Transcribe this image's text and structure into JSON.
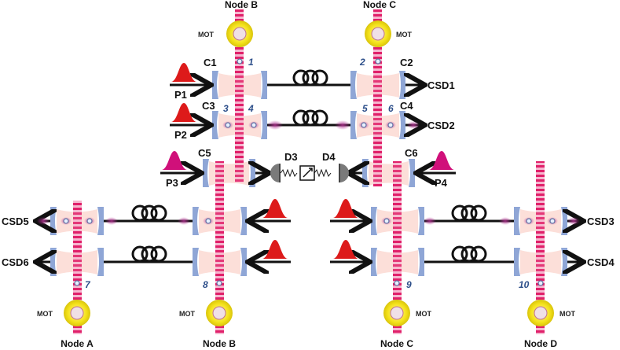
{
  "nodes_top": [
    "Node B",
    "Node C"
  ],
  "nodes_bottom": [
    "Node A",
    "Node B",
    "Node C",
    "Node D"
  ],
  "mot_label": "MOT",
  "cavities": [
    "C1",
    "C2",
    "C3",
    "C4",
    "C5",
    "C6"
  ],
  "pulses": [
    "P1",
    "P2",
    "P3",
    "P4"
  ],
  "detectors": [
    "D3",
    "D4"
  ],
  "outputs": [
    "CSD1",
    "CSD2",
    "CSD3",
    "CSD4",
    "CSD5",
    "CSD6"
  ],
  "atom_numbers": [
    "1",
    "2",
    "3",
    "4",
    "5",
    "6",
    "7",
    "8",
    "9",
    "10"
  ],
  "colors": {
    "beam": "#e0206a",
    "cavity_fill": "#fbd9d2",
    "mirror": "#8fa6d6",
    "pulse_red": "#dd1a1a",
    "pulse_magenta": "#d0107a",
    "mot": "#f4e21a",
    "detector": "#7a7a7a"
  }
}
